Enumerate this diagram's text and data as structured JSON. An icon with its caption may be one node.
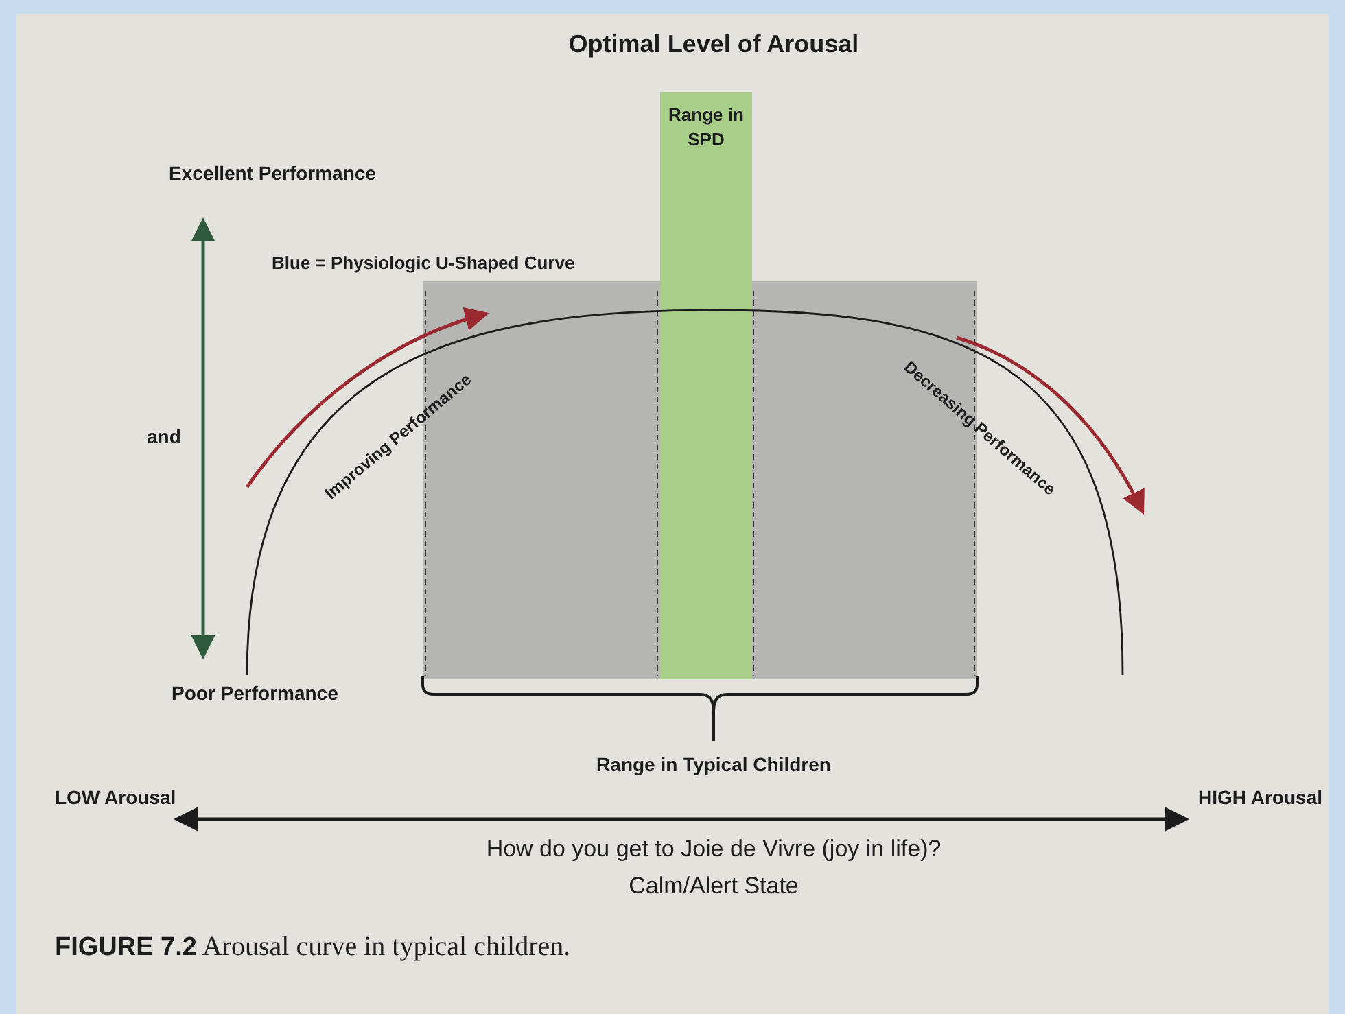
{
  "diagram": {
    "title": "Optimal Level of Arousal",
    "caption": "**FIGURE 7.2** Arousal curve in typical children.",
    "nodes": [
      {
        "text": [],
        "shape": "box"
      },
      {
        "text": [
          "Range in SPD"
        ]
      }
    ],
    "labels": [
      "Excellent Performance",
      "Blue = Physiologic U-Shaped Curve",
      "and",
      "Improving Performance",
      "Decreasing Performance",
      "Poor Performance",
      "Range in Typical Children",
      "LOW Arousal",
      "HIGH Arousal",
      "How do you get to Joie de Vivre (joy in life)?",
      "Calm/Alert State"
    ]
  }
}
